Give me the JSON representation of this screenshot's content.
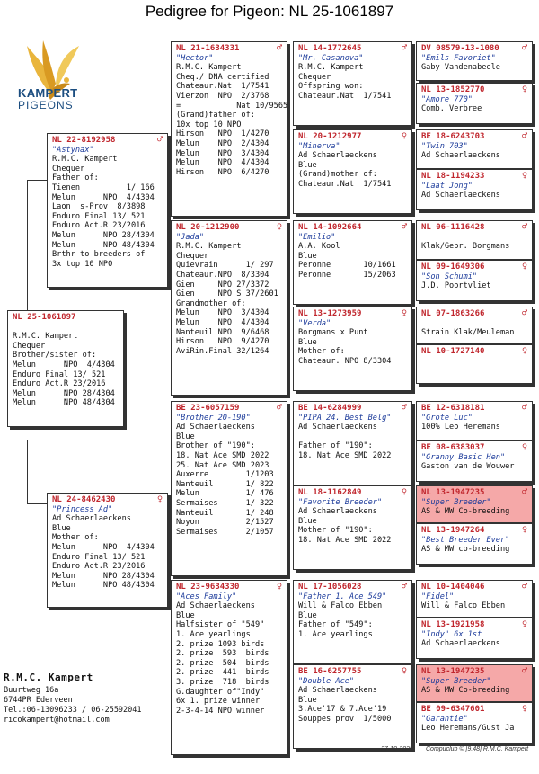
{
  "page_title": "Pedigree for Pigeon: NL  25-1061897",
  "logo": {
    "word1": "KAMPERT",
    "word2": "PIGEONS"
  },
  "pigeons": {
    "subject": {
      "ring": "NL  25-1061897",
      "sex": "",
      "name": "",
      "lines": [
        "",
        "R.M.C. Kampert",
        "Chequer",
        "Brother/sister of:",
        "Melun      NPO  4/4304",
        "Enduro Final 13/ 521",
        "Enduro Act.R 23/2016",
        "Melun      NPO 28/4304",
        "Melun      NPO 48/4304"
      ]
    },
    "father": {
      "ring": "NL  22-8192958",
      "sex": "♂",
      "name": "\"Astynax\"",
      "lines": [
        "R.M.C. Kampert",
        "Chequer",
        "Father of:",
        "Tienen          1/ 166",
        "Melun      NPO  4/4304",
        "Laon  s-Prov  8/3898",
        "Enduro Final 13/ 521",
        "Enduro Act.R 23/2016",
        "Melun      NPO 28/4304",
        "Melun      NPO 48/4304",
        "Brthr to breeders of",
        "3x top 10 NPO"
      ]
    },
    "mother": {
      "ring": "NL  24-8462430",
      "sex": "♀",
      "name": "\"Princess Ad\"",
      "lines": [
        "Ad Schaerlaeckens",
        "Blue",
        "Mother of:",
        "Melun      NPO  4/4304",
        "Enduro Final 13/ 521",
        "Enduro Act.R 23/2016",
        "Melun      NPO 28/4304",
        "Melun      NPO 48/4304"
      ]
    },
    "ff": {
      "ring": "NL  21-1634331",
      "sex": "♂",
      "name": "\"Hector\"",
      "lines": [
        "R.M.C. Kampert",
        "Cheq./ DNA certified",
        "Chateaur.Nat  1/7541",
        "Vierzon  NPO  2/3768",
        "=            Nat 10/9565",
        "(Grand)father of:",
        "10x top 10 NPO",
        "Hirson   NPO  1/4270",
        "Melun    NPO  2/4304",
        "Melun    NPO  3/4304",
        "Melun    NPO  4/4304",
        "Hirson   NPO  6/4270"
      ]
    },
    "fm": {
      "ring": "NL  20-1212900",
      "sex": "♀",
      "name": "\"Jada\"",
      "lines": [
        "R.M.C. Kampert",
        "Chequer",
        "Quievrain      1/ 297",
        "Chateaur.NPO  8/3304",
        "Gien     NPO 27/3372",
        "Gien     NPO S 37/2601",
        "Grandmother of:",
        "Melun    NPO  3/4304",
        "Melun    NPO  4/4304",
        "Nanteuil NPO  9/6468",
        "Hirson   NPO  9/4270",
        "AviRin.Final 32/1264"
      ]
    },
    "mf": {
      "ring": "BE  23-6057159",
      "sex": "♂",
      "name": "\"Brother 20-190\"",
      "lines": [
        "Ad Schaerlaeckens",
        "Blue",
        "Brother of \"190\":",
        "18. Nat Ace SMD 2022",
        "25. Nat Ace SMD 2023",
        "Auxerre        1/1203",
        "Nanteuil       1/ 822",
        "Melun          1/ 476",
        "Sermaises      1/ 322",
        "Nanteuil       1/ 248",
        "Noyon          2/1527",
        "Sermaises      2/1057"
      ]
    },
    "mm": {
      "ring": "NL  23-9634330",
      "sex": "♀",
      "name": "\"Aces Family\"",
      "lines": [
        "Ad Schaerlaeckens",
        "Blue",
        "Halfsister of \"549\"",
        "1. Ace yearlings",
        "2. prize 1093 birds",
        "2. prize  593  birds",
        "2. prize  504  birds",
        "2. prize  441  birds",
        "3. prize  718  birds",
        "G.daughter of\"Indy\"",
        "6x 1. prize winner",
        "2-3-4-14 NPO winner"
      ]
    },
    "fff": {
      "ring": "NL  14-1772645",
      "sex": "♂",
      "name": "\"Mr. Casanova\"",
      "lines": [
        "R.M.C. Kampert",
        "Chequer",
        "Offspring won:",
        "Chateaur.Nat  1/7541"
      ]
    },
    "ffm": {
      "ring": "NL  20-1212977",
      "sex": "♀",
      "name": "\"Minerva\"",
      "lines": [
        "Ad Schaerlaeckens",
        "Blue",
        "(Grand)mother of:",
        "Chateaur.Nat  1/7541"
      ]
    },
    "fmf": {
      "ring": "NL  14-1092664",
      "sex": "♂",
      "name": "\"Emilio\"",
      "lines": [
        "A.A. Kool",
        "Blue",
        "Peronne       10/1661",
        "Peronne       15/2063"
      ]
    },
    "fmm": {
      "ring": "NL  13-1273959",
      "sex": "♀",
      "name": "\"Verda\"",
      "lines": [
        "Borgmans x Punt",
        "Blue",
        "Mother of:",
        "Chateaur. NPO 8/3304"
      ]
    },
    "mff": {
      "ring": "BE  14-6284999",
      "sex": "♂",
      "name": "\"PIPA 24. Best Belg\"",
      "lines": [
        "Ad Schaerlaeckens",
        "",
        "Father of \"190\":",
        "18. Nat Ace SMD 2022"
      ]
    },
    "mfm": {
      "ring": "NL  18-1162849",
      "sex": "♀",
      "name": "\"Favorite Breeder\"",
      "lines": [
        "Ad Schaerlaeckens",
        "Blue",
        "Mother of \"190\":",
        "18. Nat Ace SMD 2022"
      ]
    },
    "mmf": {
      "ring": "NL  17-1056028",
      "sex": "♂",
      "name": "\"Father 1. Ace 549\"",
      "lines": [
        "Will & Falco Ebben",
        "Blue",
        "Father of \"549\":",
        "1. Ace yearlings"
      ]
    },
    "mmm": {
      "ring": "BE  16-6257755",
      "sex": "♀",
      "name": "\"Double Ace\"",
      "lines": [
        "Ad Schaerlaeckens",
        "Blue",
        "3.Ace'17 & 7.Ace'19",
        "Souppes prov  1/5000"
      ]
    },
    "g1": {
      "ring": "DV  08579-13-1080",
      "sex": "♂",
      "name": "\"Emils Favoriet\"",
      "lines": [
        "Gaby Vandenabeele"
      ]
    },
    "g2": {
      "ring": "NL  13-1852770",
      "sex": "♀",
      "name": "\"Amore 770\"",
      "lines": [
        "Comb. Verbree"
      ]
    },
    "g3": {
      "ring": "BE  18-6243703",
      "sex": "♂",
      "name": "\"Twin 703\"",
      "lines": [
        "Ad Schaerlaeckens"
      ]
    },
    "g4": {
      "ring": "NL  18-1194233",
      "sex": "♀",
      "name": "\"Laat Jong\"",
      "lines": [
        "Ad Schaerlaeckens"
      ]
    },
    "g5": {
      "ring": "NL  06-1116428",
      "sex": "♂",
      "name": "",
      "lines": [
        "",
        "Klak/Gebr. Borgmans"
      ]
    },
    "g6": {
      "ring": "NL  09-1649306",
      "sex": "♀",
      "name": "\"Son Schumi\"",
      "lines": [
        "J.D. Poortvliet"
      ]
    },
    "g7": {
      "ring": "NL  07-1863266",
      "sex": "♂",
      "name": "",
      "lines": [
        "",
        "Strain Klak/Meuleman"
      ]
    },
    "g8": {
      "ring": "NL  10-1727140",
      "sex": "♀",
      "name": "",
      "lines": []
    },
    "g9": {
      "ring": "BE  12-6318181",
      "sex": "♂",
      "name": "\"Grote Luc\"",
      "lines": [
        "100% Leo Heremans"
      ]
    },
    "g10": {
      "ring": "BE  08-6383037",
      "sex": "♀",
      "name": "\"Granny Basic Hen\"",
      "lines": [
        "Gaston van de Wouwer"
      ]
    },
    "g11": {
      "ring": "NL  13-1947235",
      "sex": "♂",
      "name": "\"Super Breeder\"",
      "lines": [
        "AS & MW Co-breeding"
      ]
    },
    "g12": {
      "ring": "NL  13-1947264",
      "sex": "♀",
      "name": "\"Best Breeder Ever\"",
      "lines": [
        "AS & MW co-breeding"
      ]
    },
    "g13": {
      "ring": "NL  10-1404046",
      "sex": "♂",
      "name": "\"Fidel\"",
      "lines": [
        "Will & Falco Ebben"
      ]
    },
    "g14": {
      "ring": "NL  13-1921958",
      "sex": "♀",
      "name": "\"Indy\" 6x 1st",
      "lines": [
        "Ad Schaerlaeckens"
      ]
    },
    "g15": {
      "ring": "NL  13-1947235",
      "sex": "♂",
      "name": "\"Super Breeder\"",
      "lines": [
        "AS & MW Co-breeding"
      ]
    },
    "g16": {
      "ring": "BE  09-6347601",
      "sex": "♀",
      "name": "\"Garantie\"",
      "lines": [
        "Leo Heremans/Gust Ja"
      ]
    }
  },
  "highlight_color": "#f5a8a8",
  "owner": {
    "name": "R.M.C. Kampert",
    "lines": [
      "Buurtweg 16a",
      "6744PR  Ederveen",
      "Tel.:06-13096233 / 06-25592041",
      "ricokampert@hotmail.com"
    ]
  },
  "footer": {
    "date": "27-10-2025",
    "credit": "Compuclub © [9.48]  R.M.C. Kampert"
  }
}
